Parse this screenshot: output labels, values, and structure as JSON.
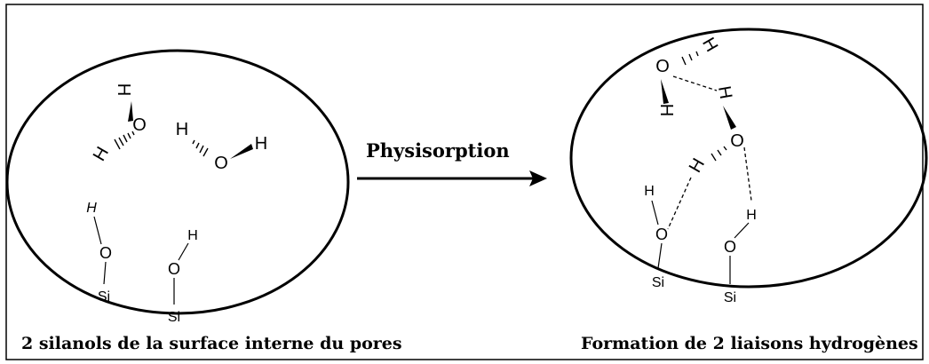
{
  "caption_left": "2 silanols de la surface interne du pores",
  "caption_right": "Formation de 2 liaisons hydrogènes",
  "arrow_label": "Physisorption",
  "atoms": {
    "O": "O",
    "H": "H",
    "Si": "Si"
  },
  "colors": {
    "stroke": "#000000",
    "text": "#000000",
    "background": "#ffffff"
  }
}
